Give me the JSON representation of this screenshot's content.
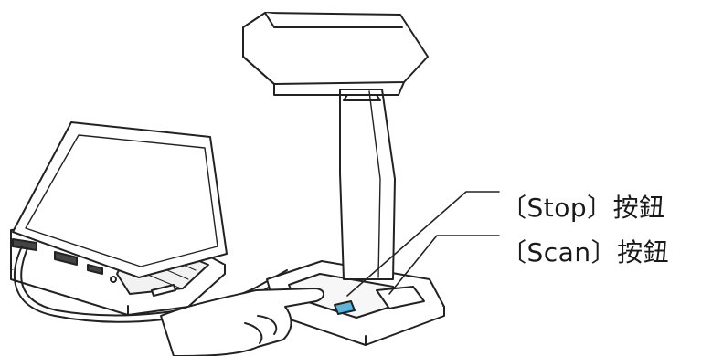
{
  "callouts": {
    "stop": {
      "label": "〔Stop〕按鈕"
    },
    "scan": {
      "label": "〔Scan〕按鈕"
    }
  },
  "colors": {
    "outline": "#222222",
    "fill": "#ffffff",
    "button_accent": "#59b6df"
  },
  "figure": {
    "objects": [
      "laptop",
      "scanner",
      "hand",
      "usb-cable"
    ]
  }
}
